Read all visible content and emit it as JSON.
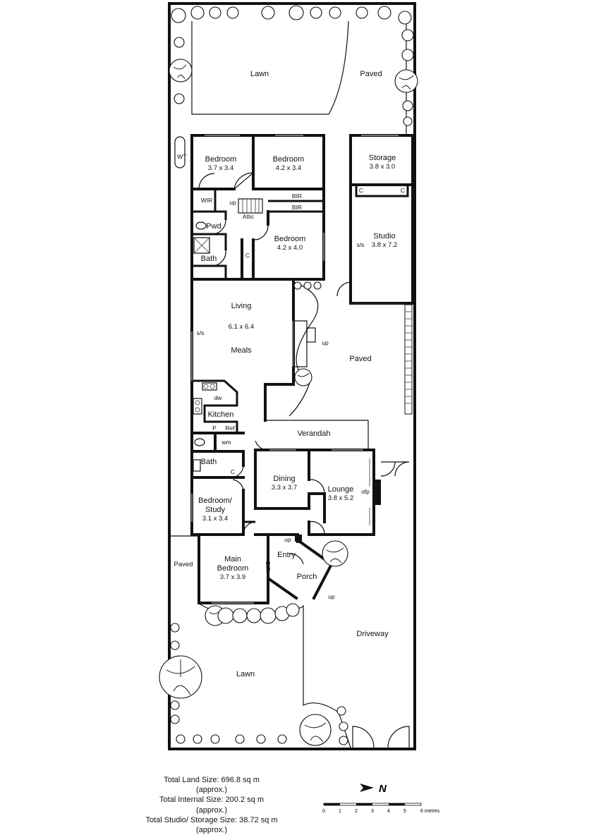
{
  "rooms": {
    "lawn_top": "Lawn",
    "paved_top": "Paved",
    "bedroom1_name": "Bedroom",
    "bedroom1_dim": "3.7 x 3.4",
    "bedroom2_name": "Bedroom",
    "bedroom2_dim": "4.2 x 3.4",
    "bedroom3_name": "Bedroom",
    "bedroom3_dim": "4.2 x 4.0",
    "storage_name": "Storage",
    "storage_dim": "3.8 x 3.0",
    "studio_name": "Studio",
    "studio_dim": "3.8 x 7.2",
    "living_name": "Living",
    "living_dim": "6.1 x 6.4",
    "meals_name": "Meals",
    "kitchen_name": "Kitchen",
    "verandah_name": "Verandah",
    "dining_name": "Dining",
    "dining_dim": "3.3 x 3.7",
    "lounge_name": "Lounge",
    "lounge_dim": "3.8 x 5.2",
    "bath1_name": "Bath",
    "bath2_name": "Bath",
    "study_name_line1": "Bedroom/",
    "study_name_line2": "Study",
    "study_dim": "3.1 x 3.4",
    "main_bed_line1": "Main",
    "main_bed_line2": "Bedroom",
    "main_bed_dim": "3.7 x 3.9",
    "entry_name": "Entry",
    "porch_name": "Porch",
    "paved_side": "Paved",
    "paved_mid": "Paved",
    "driveway_name": "Driveway",
    "lawn_bottom": "Lawn",
    "wir": "WIR",
    "pwd": "Pwd",
    "attic": "Attic",
    "bir1": "BIR",
    "bir2": "BIR",
    "bir3": "BIR",
    "wt": "WT",
    "c1": "C",
    "c2": "C",
    "c3": "C",
    "c4": "C",
    "ss1": "s/s",
    "ss2": "s/s",
    "up1": "up",
    "up2": "up",
    "up3": "up",
    "up4": "up",
    "dw": "dw",
    "p": "P",
    "ref": "Ref",
    "wm": "wm",
    "ofp": "ofp"
  },
  "stats": {
    "land": "Total Land Size: 696.8 sq m",
    "land_note": "(approx.)",
    "internal": "Total Internal Size: 200.2 sq m",
    "internal_note": "(approx.)",
    "studio": "Total Studio/ Storage Size: 38.72 sq m",
    "studio_note": "(approx.)"
  },
  "compass": {
    "north": "N"
  },
  "scale": {
    "ticks": [
      "0",
      "1",
      "2",
      "3",
      "4",
      "5"
    ],
    "end_label": "6 metres"
  }
}
